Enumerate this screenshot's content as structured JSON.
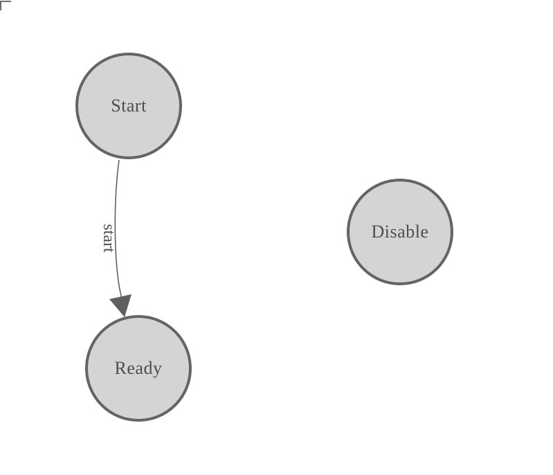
{
  "diagram": {
    "nodes": [
      {
        "id": "start",
        "label": "Start"
      },
      {
        "id": "ready",
        "label": "Ready"
      },
      {
        "id": "disable",
        "label": "Disable"
      }
    ],
    "edges": [
      {
        "from": "Start",
        "to": "Ready",
        "label": "start"
      }
    ],
    "colors": {
      "node_fill": "#d4d4d4",
      "node_border": "#646464",
      "node_text": "#4d4d4d",
      "edge_stroke": "#5f5f5f",
      "edge_label_text": "#4d4d4d",
      "background": "#ffffff",
      "corner_mark": "#6e6e6e"
    }
  }
}
